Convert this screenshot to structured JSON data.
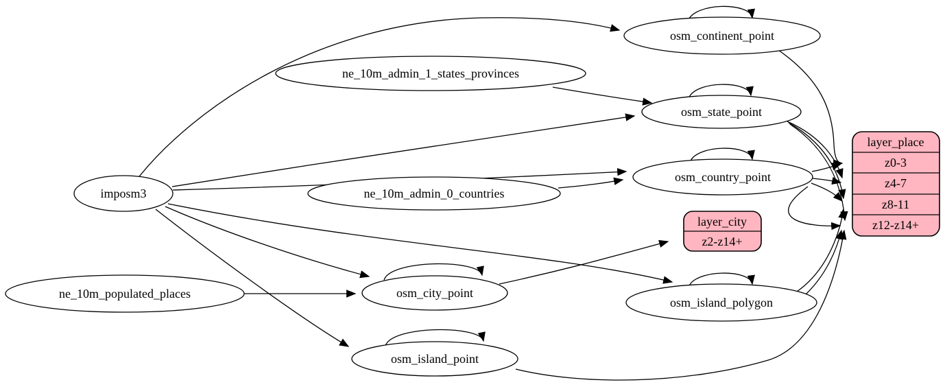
{
  "diagram_type": "graphviz-etl-flow",
  "colors": {
    "background": "#ffffff",
    "node_fill": "#ffffff",
    "record_fill": "#ffb6c1",
    "stroke": "#000000",
    "text": "#000000"
  },
  "nodes": {
    "imposm3": {
      "label": "imposm3"
    },
    "ne_10m_admin_1_states_provinces": {
      "label": "ne_10m_admin_1_states_provinces"
    },
    "ne_10m_admin_0_countries": {
      "label": "ne_10m_admin_0_countries"
    },
    "ne_10m_populated_places": {
      "label": "ne_10m_populated_places"
    },
    "osm_continent_point": {
      "label": "osm_continent_point"
    },
    "osm_state_point": {
      "label": "osm_state_point"
    },
    "osm_country_point": {
      "label": "osm_country_point"
    },
    "osm_city_point": {
      "label": "osm_city_point"
    },
    "osm_island_polygon": {
      "label": "osm_island_polygon"
    },
    "osm_island_point": {
      "label": "osm_island_point"
    },
    "layer_city": {
      "title": "layer_city",
      "rows": [
        "z2-z14+"
      ]
    },
    "layer_place": {
      "title": "layer_place",
      "rows": [
        "z0-3",
        "z4-7",
        "z8-11",
        "z12-z14+"
      ]
    }
  },
  "edges": [
    {
      "from": "imposm3",
      "to": "osm_continent_point"
    },
    {
      "from": "imposm3",
      "to": "osm_state_point"
    },
    {
      "from": "imposm3",
      "to": "osm_country_point"
    },
    {
      "from": "imposm3",
      "to": "osm_city_point"
    },
    {
      "from": "imposm3",
      "to": "osm_island_polygon"
    },
    {
      "from": "imposm3",
      "to": "osm_island_point"
    },
    {
      "from": "ne_10m_admin_1_states_provinces",
      "to": "osm_state_point"
    },
    {
      "from": "ne_10m_admin_0_countries",
      "to": "osm_country_point"
    },
    {
      "from": "ne_10m_populated_places",
      "to": "osm_city_point"
    },
    {
      "from": "osm_continent_point",
      "to": "osm_continent_point"
    },
    {
      "from": "osm_state_point",
      "to": "osm_state_point"
    },
    {
      "from": "osm_country_point",
      "to": "osm_country_point"
    },
    {
      "from": "osm_city_point",
      "to": "osm_city_point"
    },
    {
      "from": "osm_island_polygon",
      "to": "osm_island_polygon"
    },
    {
      "from": "osm_island_point",
      "to": "osm_island_point"
    },
    {
      "from": "osm_city_point",
      "to": "layer_city:z2-z14+"
    },
    {
      "from": "osm_continent_point",
      "to": "layer_place:z0-3"
    },
    {
      "from": "osm_country_point",
      "to": "layer_place:z0-3"
    },
    {
      "from": "osm_country_point",
      "to": "layer_place:z4-7"
    },
    {
      "from": "osm_country_point",
      "to": "layer_place:z8-11"
    },
    {
      "from": "osm_country_point",
      "to": "layer_place:z12-z14+"
    },
    {
      "from": "osm_state_point",
      "to": "layer_place:z4-7"
    },
    {
      "from": "osm_state_point",
      "to": "layer_place:z8-11"
    },
    {
      "from": "osm_state_point",
      "to": "layer_place:z12-z14+"
    },
    {
      "from": "osm_island_polygon",
      "to": "layer_place:z8-11"
    },
    {
      "from": "osm_island_polygon",
      "to": "layer_place:z12-z14+"
    },
    {
      "from": "osm_island_point",
      "to": "layer_place:z12-z14+"
    }
  ]
}
